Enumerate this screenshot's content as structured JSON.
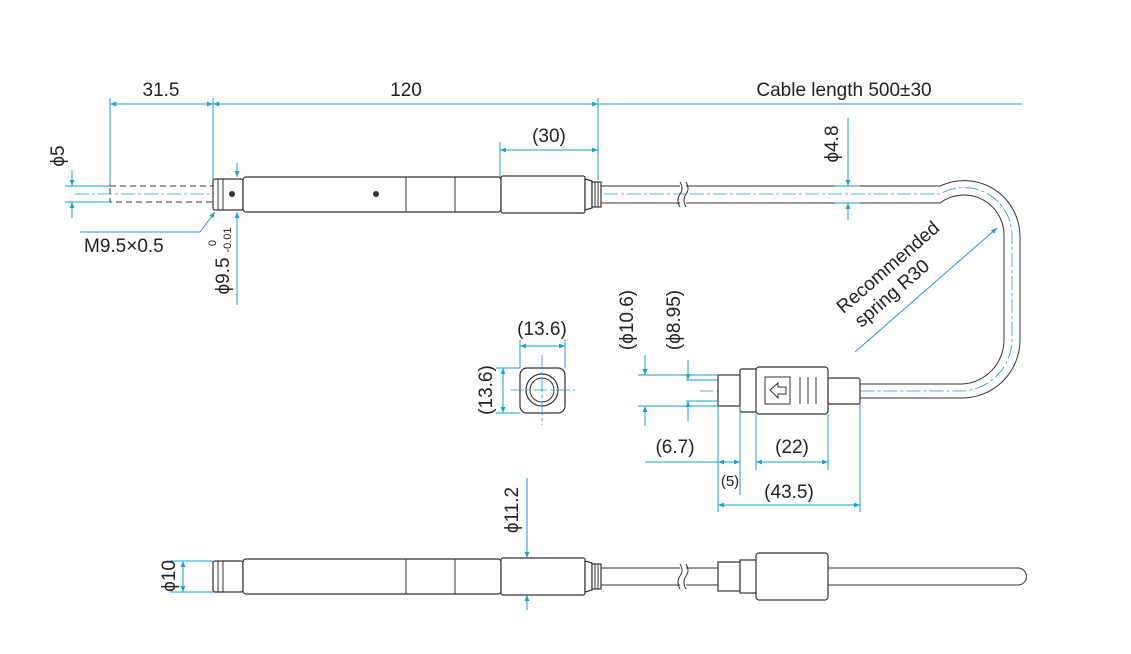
{
  "labels": {
    "d31_5": "31.5",
    "d120": "120",
    "cable_length": "Cable length 500±30",
    "d30": "(30)",
    "phi5": "ϕ5",
    "phi4_8": "ϕ4.8",
    "thread": "M9.5×0.5",
    "phi9_5": "ϕ9.5",
    "tol_upper": "0",
    "tol_lower": "-0.01",
    "recommended": "Recommended",
    "spring": "spring R30",
    "sq_w": "(13.6)",
    "sq_h": "(13.6)",
    "phi10_6": "(ϕ10.6)",
    "phi8_95": "(ϕ8.95)",
    "d6_7": "(6.7)",
    "d22": "(22)",
    "d5": "(5)",
    "d43_5": "(43.5)",
    "phi11_2": "ϕ11.2",
    "phi10": "ϕ10"
  }
}
